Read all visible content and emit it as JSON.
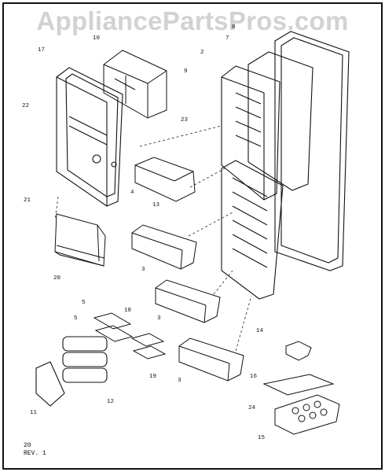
{
  "watermark": "AppliancePartsPros.com",
  "callouts": {
    "c17": "17",
    "c10": "10",
    "c2": "2",
    "c7": "7",
    "c8": "8",
    "c9": "9",
    "c22": "22",
    "c23": "23",
    "c21": "21",
    "c4": "4",
    "c13": "13",
    "c20": "20",
    "c3a": "3",
    "c3b": "3",
    "c3c": "3",
    "c5a": "5",
    "c5b": "5",
    "c18": "18",
    "c19": "19",
    "c12": "12",
    "c11": "11",
    "c14": "14",
    "c16": "16",
    "c24": "24",
    "c15": "15"
  },
  "footer": {
    "page": "20",
    "rev": "REV. 1"
  }
}
